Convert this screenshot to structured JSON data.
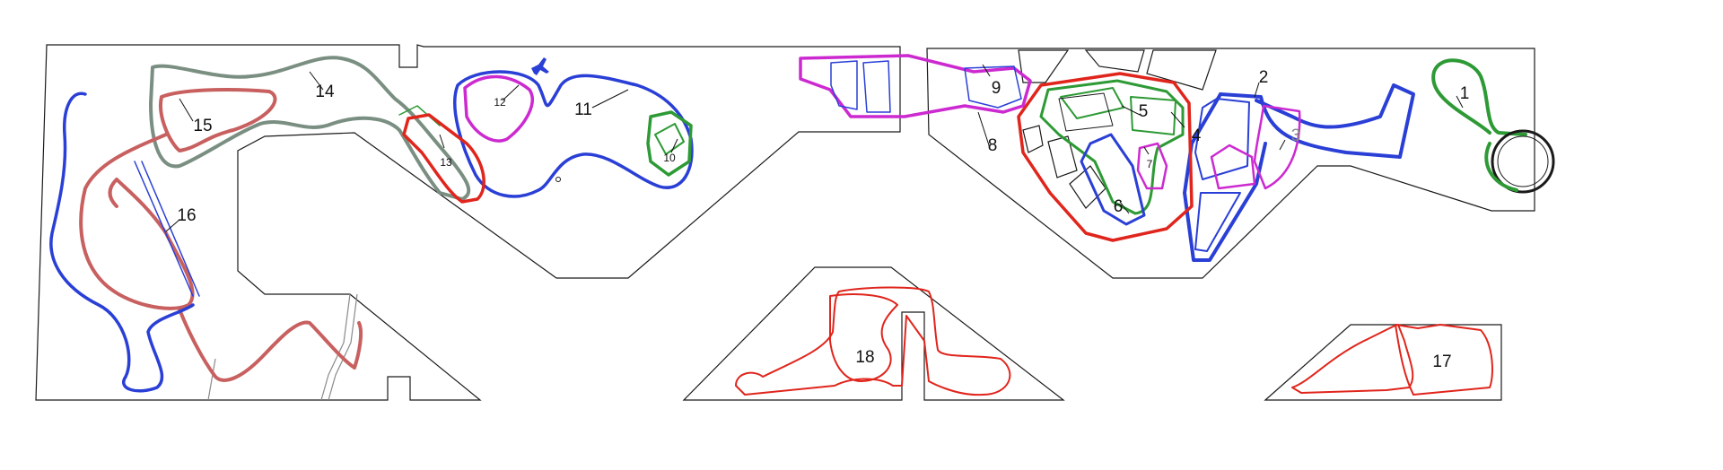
{
  "colors": {
    "outline": "#1a1a1a",
    "blue": "#2a3fd6",
    "red": "#e0251c",
    "green": "#2d9a35",
    "magenta": "#cc2ad0",
    "grey_label": "#888888"
  },
  "icons": {
    "airplane": "airplane-icon"
  },
  "track_labels": [
    {
      "id": "1",
      "text": "1",
      "color": "green"
    },
    {
      "id": "2",
      "text": "2",
      "color": "blue"
    },
    {
      "id": "3",
      "text": "3",
      "color": "magenta"
    },
    {
      "id": "4",
      "text": "4",
      "color": "red"
    },
    {
      "id": "5",
      "text": "5",
      "color": "green"
    },
    {
      "id": "6",
      "text": "6",
      "color": "blue"
    },
    {
      "id": "7",
      "text": "7",
      "color": "magenta"
    },
    {
      "id": "8",
      "text": "8",
      "color": "magenta"
    },
    {
      "id": "9",
      "text": "9",
      "color": "magenta"
    },
    {
      "id": "10",
      "text": "10",
      "color": "green"
    },
    {
      "id": "11",
      "text": "11",
      "color": "blue"
    },
    {
      "id": "12",
      "text": "12",
      "color": "magenta"
    },
    {
      "id": "13",
      "text": "13",
      "color": "red"
    },
    {
      "id": "14",
      "text": "14",
      "color": "grey-green"
    },
    {
      "id": "15",
      "text": "15",
      "color": "red"
    },
    {
      "id": "16",
      "text": "16",
      "color": "blue"
    },
    {
      "id": "17",
      "text": "17",
      "color": "red"
    },
    {
      "id": "18",
      "text": "18",
      "color": "red"
    }
  ]
}
